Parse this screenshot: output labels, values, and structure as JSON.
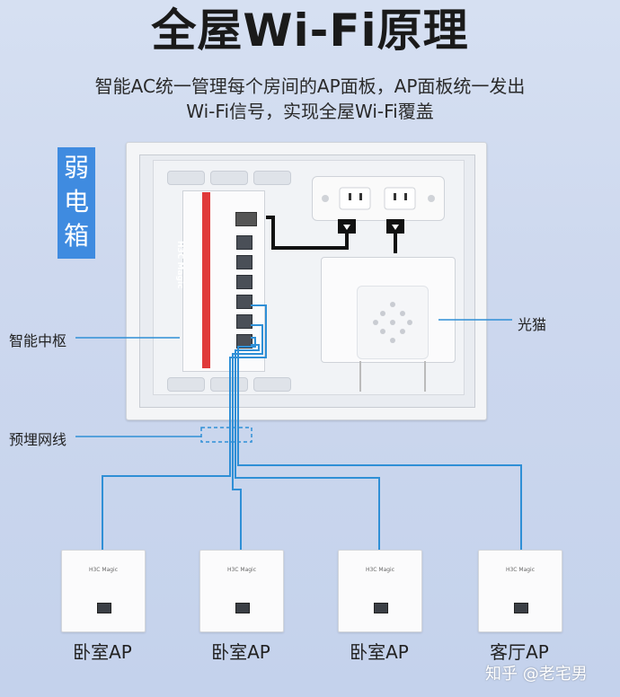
{
  "title": "全屋Wi-Fi原理",
  "subtitle_line1": "智能AC统一管理每个房间的AP面板，AP面板统一发出",
  "subtitle_line2": "Wi-Fi信号，实现全屋Wi-Fi覆盖",
  "weak_box_label": "弱电箱",
  "hub_brand": "H3C Magic",
  "labels": {
    "hub": "智能中枢",
    "modem": "光猫",
    "cable": "预埋网线"
  },
  "ap_panels": [
    {
      "brand": "H3C Magic",
      "label": "卧室AP"
    },
    {
      "brand": "H3C Magic",
      "label": "卧室AP"
    },
    {
      "brand": "H3C Magic",
      "label": "卧室AP"
    },
    {
      "brand": "H3C Magic",
      "label": "客厅AP"
    }
  ],
  "watermark": "知乎 @老宅男",
  "colors": {
    "accent_blue": "#3f8be0",
    "line_blue": "#2f8fd6",
    "brand_red": "#e03a3a"
  }
}
